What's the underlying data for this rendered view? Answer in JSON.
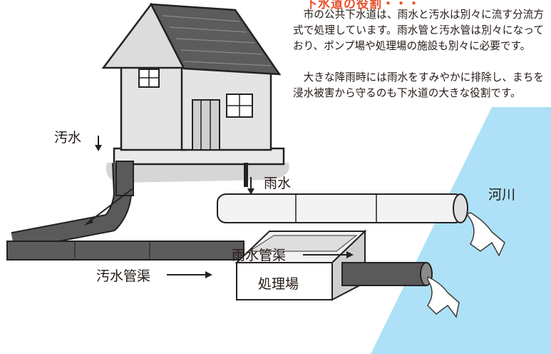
{
  "header": {
    "title": "下水道の役割・・・"
  },
  "description": {
    "paragraph1": "市の公共下水道は、雨水と汚水は別々に流す分流方式で処理しています。雨水管と汚水管は別々になっており、ポンプ場や処理場の施設も別々に必要です。",
    "paragraph2": "大きな降雨時には雨水をすみやかに排除し、まちを浸水被害から守るのも下水道の大きな役割です。"
  },
  "labels": {
    "sewage": "汚水",
    "rainwater": "雨水",
    "river": "河川",
    "storm_pipe": "雨水管渠",
    "sewer_pipe": "汚水管渠",
    "treatment_plant": "処理場"
  },
  "colors": {
    "heading": "#e8502a",
    "river": "#aee1f7",
    "sewer_pipe": "#5a5a5a",
    "storm_pipe": "#f2f2f2",
    "ground": "#d9d9d9"
  }
}
